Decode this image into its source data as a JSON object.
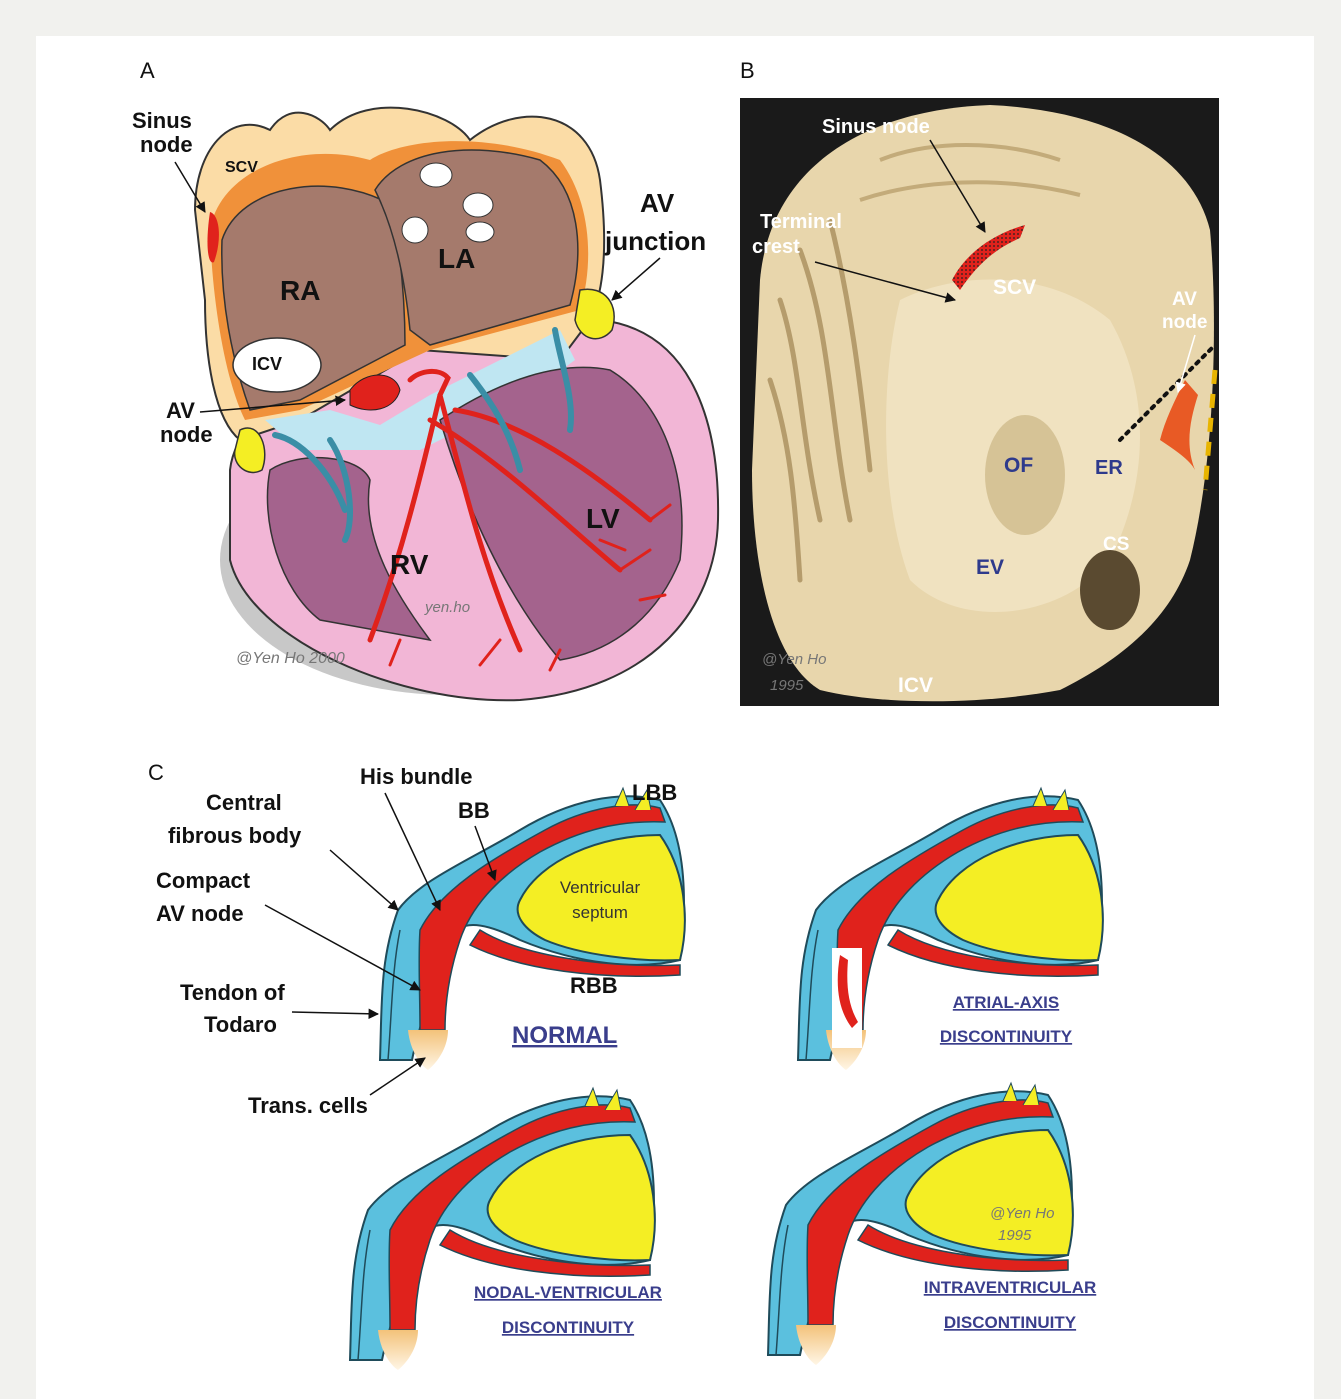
{
  "panels": {
    "a": {
      "letter": "A",
      "labels": {
        "sinus_node": [
          "Sinus",
          "node"
        ],
        "scv": "SCV",
        "av_junction": [
          "AV",
          "junction"
        ],
        "ra": "RA",
        "la": "LA",
        "icv": "ICV",
        "av_node": [
          "AV",
          "node"
        ],
        "lv": "LV",
        "rv": "RV"
      },
      "watermark": "yen.ho",
      "copyright": "@Yen Ho  2000"
    },
    "b": {
      "letter": "B",
      "labels": {
        "sinus_node": "Sinus node",
        "terminal_crest": [
          "Terminal",
          "crest"
        ],
        "scv": "SCV",
        "av_node": [
          "AV",
          "node"
        ],
        "of": "OF",
        "er": "ER",
        "cs": "CS",
        "ev": "EV",
        "icv": "ICV"
      },
      "copyright": [
        "@Yen Ho",
        "1995"
      ]
    },
    "c": {
      "letter": "C",
      "labels": {
        "his_bundle": "His bundle",
        "lbb": "LBB",
        "central_fibrous_body": [
          "Central",
          "fibrous body"
        ],
        "bb": "BB",
        "compact_av_node": [
          "Compact",
          "AV node"
        ],
        "ventricular_septum": [
          "Ventricular",
          "septum"
        ],
        "rbb": "RBB",
        "tendon_of_todaro": [
          "Tendon of",
          "Todaro"
        ],
        "trans_cells": "Trans. cells"
      },
      "titles": {
        "normal": "NORMAL",
        "atrial_axis": [
          "ATRIAL-AXIS",
          "DISCONTINUITY"
        ],
        "nodal_ventricular": [
          "NODAL-VENTRICULAR",
          "DISCONTINUITY"
        ],
        "intraventricular": [
          "INTRAVENTRICULAR",
          "DISCONTINUITY"
        ]
      },
      "copyright": [
        "@Yen Ho",
        "1995"
      ]
    }
  },
  "colors": {
    "blue": "#5bc0de",
    "red": "#e0221c",
    "yellow": "#f4ee24",
    "atrium": "#a57a6c",
    "ventricle": "#a4638d",
    "pericardium": "#f2b6d6",
    "atrial_wall": "#fbdca6",
    "photo_bg": "#1a1a1a"
  }
}
